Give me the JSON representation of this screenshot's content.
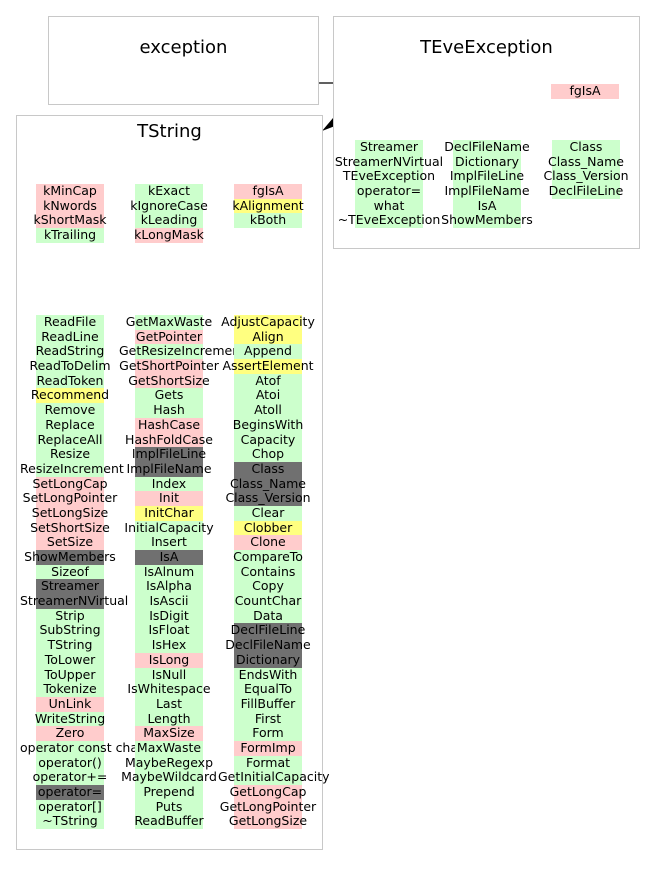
{
  "classes": {
    "exception": {
      "title": "exception"
    },
    "teve": {
      "title": "TEveException",
      "fgIsA": [
        {
          "t": "fgIsA",
          "c": "pink"
        }
      ],
      "col1": [
        {
          "t": "Streamer",
          "c": "green"
        },
        {
          "t": "StreamerNVirtual",
          "c": "green"
        },
        {
          "t": "TEveException",
          "c": "green"
        },
        {
          "t": "operator=",
          "c": "green"
        },
        {
          "t": "what",
          "c": "green"
        },
        {
          "t": "~TEveException",
          "c": "green"
        }
      ],
      "col2": [
        {
          "t": "DeclFileName",
          "c": "green"
        },
        {
          "t": "Dictionary",
          "c": "green"
        },
        {
          "t": "ImplFileLine",
          "c": "green"
        },
        {
          "t": "ImplFileName",
          "c": "green"
        },
        {
          "t": "IsA",
          "c": "green"
        },
        {
          "t": "ShowMembers",
          "c": "green"
        }
      ],
      "col3": [
        {
          "t": "Class",
          "c": "green"
        },
        {
          "t": "Class_Name",
          "c": "green"
        },
        {
          "t": "Class_Version",
          "c": "green"
        },
        {
          "t": "DeclFileLine",
          "c": "green"
        }
      ]
    },
    "tstring": {
      "title": "TString",
      "enum1": [
        {
          "t": "kMinCap",
          "c": "pink"
        },
        {
          "t": "kNwords",
          "c": "pink"
        },
        {
          "t": "kShortMask",
          "c": "pink"
        },
        {
          "t": "kTrailing",
          "c": "green"
        }
      ],
      "enum2": [
        {
          "t": "kExact",
          "c": "green"
        },
        {
          "t": "kIgnoreCase",
          "c": "green"
        },
        {
          "t": "kLeading",
          "c": "green"
        },
        {
          "t": "kLongMask",
          "c": "pink"
        }
      ],
      "enum3": [
        {
          "t": "fgIsA",
          "c": "pink"
        },
        {
          "t": "kAlignment",
          "c": "yellow"
        },
        {
          "t": "kBoth",
          "c": "green"
        }
      ],
      "col1": [
        {
          "t": "ReadFile",
          "c": "green"
        },
        {
          "t": "ReadLine",
          "c": "green"
        },
        {
          "t": "ReadString",
          "c": "green"
        },
        {
          "t": "ReadToDelim",
          "c": "green"
        },
        {
          "t": "ReadToken",
          "c": "green"
        },
        {
          "t": "Recommend",
          "c": "yellow"
        },
        {
          "t": "Remove",
          "c": "green"
        },
        {
          "t": "Replace",
          "c": "green"
        },
        {
          "t": "ReplaceAll",
          "c": "green"
        },
        {
          "t": "Resize",
          "c": "green"
        },
        {
          "t": "ResizeIncrement",
          "c": "green"
        },
        {
          "t": "SetLongCap",
          "c": "pink"
        },
        {
          "t": "SetLongPointer",
          "c": "pink"
        },
        {
          "t": "SetLongSize",
          "c": "pink"
        },
        {
          "t": "SetShortSize",
          "c": "pink"
        },
        {
          "t": "SetSize",
          "c": "pink"
        },
        {
          "t": "ShowMembers",
          "c": "dark"
        },
        {
          "t": "Sizeof",
          "c": "green"
        },
        {
          "t": "Streamer",
          "c": "dark"
        },
        {
          "t": "StreamerNVirtual",
          "c": "dark"
        },
        {
          "t": "Strip",
          "c": "green"
        },
        {
          "t": "SubString",
          "c": "green"
        },
        {
          "t": "TString",
          "c": "green"
        },
        {
          "t": "ToLower",
          "c": "green"
        },
        {
          "t": "ToUpper",
          "c": "green"
        },
        {
          "t": "Tokenize",
          "c": "green"
        },
        {
          "t": "UnLink",
          "c": "pink"
        },
        {
          "t": "WriteString",
          "c": "green"
        },
        {
          "t": "Zero",
          "c": "pink"
        },
        {
          "t": "operator const char*",
          "c": "green"
        },
        {
          "t": "operator()",
          "c": "green"
        },
        {
          "t": "operator+=",
          "c": "green"
        },
        {
          "t": "operator=",
          "c": "dark"
        },
        {
          "t": "operator[]",
          "c": "green"
        },
        {
          "t": "~TString",
          "c": "green"
        }
      ],
      "col2": [
        {
          "t": "GetMaxWaste",
          "c": "green"
        },
        {
          "t": "GetPointer",
          "c": "pink"
        },
        {
          "t": "GetResizeIncrement",
          "c": "green"
        },
        {
          "t": "GetShortPointer",
          "c": "pink"
        },
        {
          "t": "GetShortSize",
          "c": "pink"
        },
        {
          "t": "Gets",
          "c": "green"
        },
        {
          "t": "Hash",
          "c": "green"
        },
        {
          "t": "HashCase",
          "c": "pink"
        },
        {
          "t": "HashFoldCase",
          "c": "pink"
        },
        {
          "t": "ImplFileLine",
          "c": "dark"
        },
        {
          "t": "ImplFileName",
          "c": "dark"
        },
        {
          "t": "Index",
          "c": "green"
        },
        {
          "t": "Init",
          "c": "pink"
        },
        {
          "t": "InitChar",
          "c": "yellow"
        },
        {
          "t": "InitialCapacity",
          "c": "green"
        },
        {
          "t": "Insert",
          "c": "green"
        },
        {
          "t": "IsA",
          "c": "dark"
        },
        {
          "t": "IsAlnum",
          "c": "green"
        },
        {
          "t": "IsAlpha",
          "c": "green"
        },
        {
          "t": "IsAscii",
          "c": "green"
        },
        {
          "t": "IsDigit",
          "c": "green"
        },
        {
          "t": "IsFloat",
          "c": "green"
        },
        {
          "t": "IsHex",
          "c": "green"
        },
        {
          "t": "IsLong",
          "c": "pink"
        },
        {
          "t": "IsNull",
          "c": "green"
        },
        {
          "t": "IsWhitespace",
          "c": "green"
        },
        {
          "t": "Last",
          "c": "green"
        },
        {
          "t": "Length",
          "c": "green"
        },
        {
          "t": "MaxSize",
          "c": "pink"
        },
        {
          "t": "MaxWaste",
          "c": "green"
        },
        {
          "t": "MaybeRegexp",
          "c": "green"
        },
        {
          "t": "MaybeWildcard",
          "c": "green"
        },
        {
          "t": "Prepend",
          "c": "green"
        },
        {
          "t": "Puts",
          "c": "green"
        },
        {
          "t": "ReadBuffer",
          "c": "green"
        }
      ],
      "col3": [
        {
          "t": "AdjustCapacity",
          "c": "yellow"
        },
        {
          "t": "Align",
          "c": "yellow"
        },
        {
          "t": "Append",
          "c": "green"
        },
        {
          "t": "AssertElement",
          "c": "yellow"
        },
        {
          "t": "Atof",
          "c": "green"
        },
        {
          "t": "Atoi",
          "c": "green"
        },
        {
          "t": "Atoll",
          "c": "green"
        },
        {
          "t": "BeginsWith",
          "c": "green"
        },
        {
          "t": "Capacity",
          "c": "green"
        },
        {
          "t": "Chop",
          "c": "green"
        },
        {
          "t": "Class",
          "c": "dark"
        },
        {
          "t": "Class_Name",
          "c": "dark"
        },
        {
          "t": "Class_Version",
          "c": "dark"
        },
        {
          "t": "Clear",
          "c": "green"
        },
        {
          "t": "Clobber",
          "c": "yellow"
        },
        {
          "t": "Clone",
          "c": "pink"
        },
        {
          "t": "CompareTo",
          "c": "green"
        },
        {
          "t": "Contains",
          "c": "green"
        },
        {
          "t": "Copy",
          "c": "green"
        },
        {
          "t": "CountChar",
          "c": "green"
        },
        {
          "t": "Data",
          "c": "green"
        },
        {
          "t": "DeclFileLine",
          "c": "dark"
        },
        {
          "t": "DeclFileName",
          "c": "dark"
        },
        {
          "t": "Dictionary",
          "c": "dark"
        },
        {
          "t": "EndsWith",
          "c": "green"
        },
        {
          "t": "EqualTo",
          "c": "green"
        },
        {
          "t": "FillBuffer",
          "c": "green"
        },
        {
          "t": "First",
          "c": "green"
        },
        {
          "t": "Form",
          "c": "green"
        },
        {
          "t": "FormImp",
          "c": "pink"
        },
        {
          "t": "Format",
          "c": "green"
        },
        {
          "t": "GetInitialCapacity",
          "c": "green"
        },
        {
          "t": "GetLongCap",
          "c": "pink"
        },
        {
          "t": "GetLongPointer",
          "c": "pink"
        },
        {
          "t": "GetLongSize",
          "c": "pink"
        }
      ]
    }
  },
  "colors": {
    "green": "#ccffcc",
    "pink": "#ffcccc",
    "yellow": "#ffff80",
    "dark": "#707070",
    "border": "#c8c8c8"
  }
}
